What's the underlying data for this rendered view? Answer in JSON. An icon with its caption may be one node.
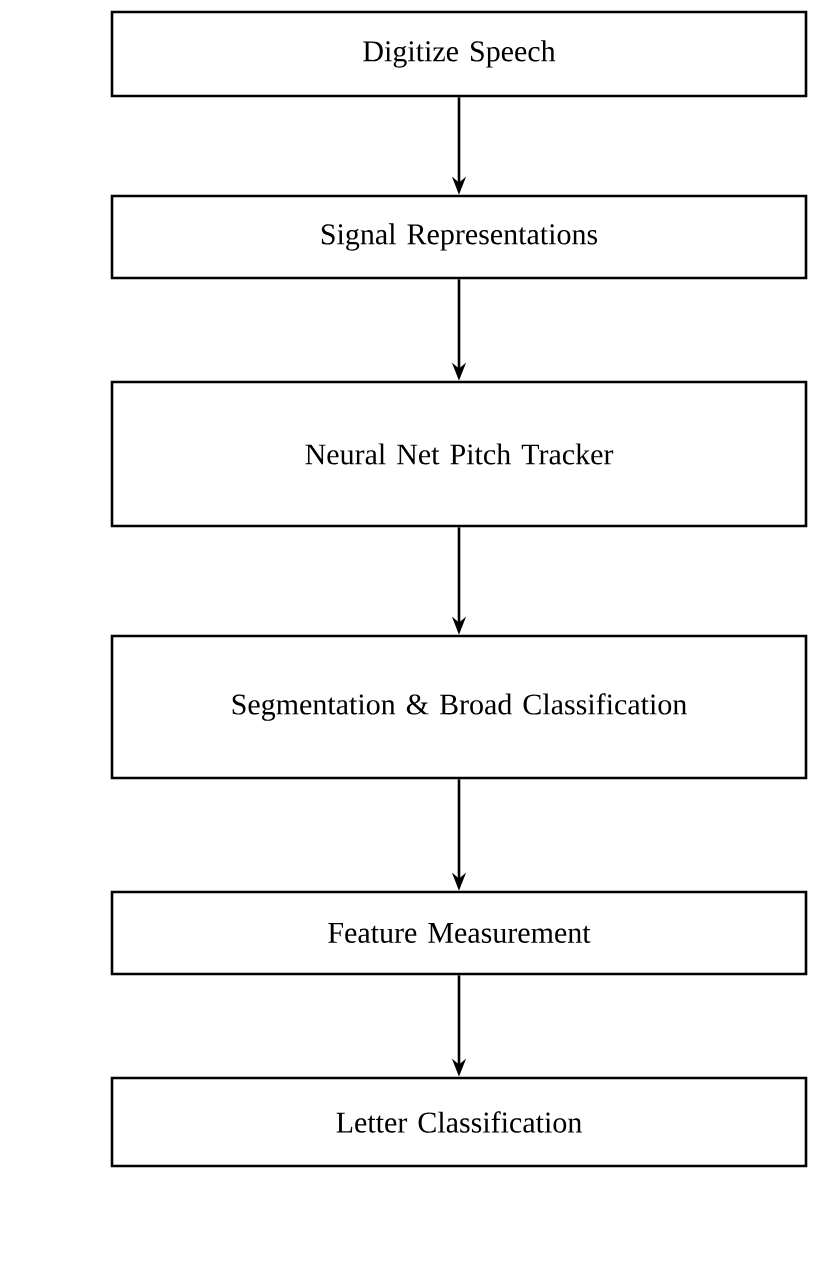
{
  "diagram": {
    "nodes": [
      {
        "text": [
          "Digitize Speech"
        ]
      },
      {
        "text": [
          "Signal Representations"
        ]
      },
      {
        "text": [
          "Neural Net Pitch Tracker"
        ]
      },
      {
        "text": [
          "Segmentation & Broad Classification"
        ]
      },
      {
        "text": [
          "Feature Measurement"
        ]
      },
      {
        "text": [
          "Letter Classification"
        ]
      }
    ],
    "edges": [
      {
        "from": 0,
        "to": 1,
        "arrow": "to"
      },
      {
        "from": 1,
        "to": 2,
        "arrow": "to"
      },
      {
        "from": 2,
        "to": 3,
        "arrow": "to"
      },
      {
        "from": 3,
        "to": 4,
        "arrow": "to"
      },
      {
        "from": 4,
        "to": 5,
        "arrow": "to"
      }
    ]
  }
}
